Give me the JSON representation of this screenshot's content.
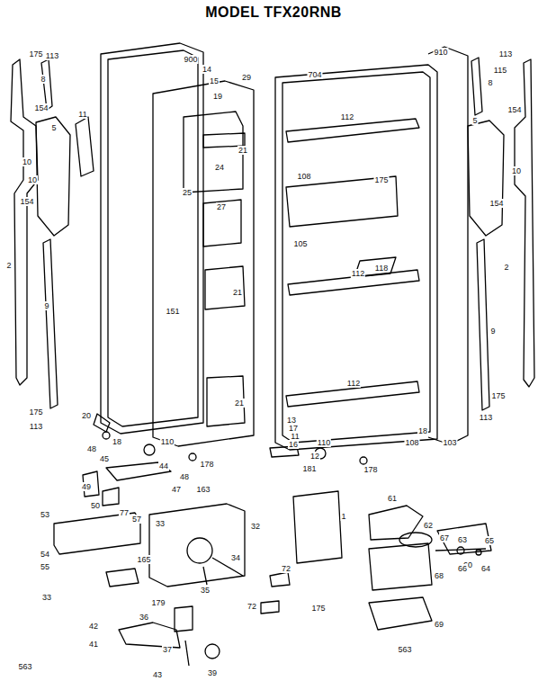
{
  "diagram": {
    "title": "MODEL TFX20RNB",
    "labels": [
      "175",
      "113",
      "8",
      "11",
      "154",
      "5",
      "10",
      "10",
      "154",
      "2",
      "9",
      "175",
      "113",
      "900",
      "14",
      "15",
      "29",
      "19",
      "21",
      "24",
      "25",
      "27",
      "151",
      "21",
      "21",
      "20",
      "18",
      "110",
      "178",
      "48",
      "45",
      "44",
      "48",
      "49",
      "47",
      "163",
      "50",
      "77",
      "57",
      "33",
      "32",
      "53",
      "54",
      "55",
      "165",
      "34",
      "35",
      "33",
      "72",
      "72",
      "175",
      "179",
      "36",
      "42",
      "41",
      "37",
      "563",
      "39",
      "43",
      "910",
      "704",
      "112",
      "113",
      "115",
      "8",
      "5",
      "154",
      "175",
      "10",
      "154",
      "108",
      "105",
      "118",
      "112",
      "2",
      "9",
      "112",
      "175",
      "113",
      "13",
      "17",
      "11",
      "16",
      "12",
      "181",
      "110",
      "178",
      "108",
      "18",
      "103",
      "1",
      "60",
      "61",
      "62",
      "67",
      "63",
      "65",
      "66",
      "64",
      "68",
      "69",
      "563"
    ]
  }
}
